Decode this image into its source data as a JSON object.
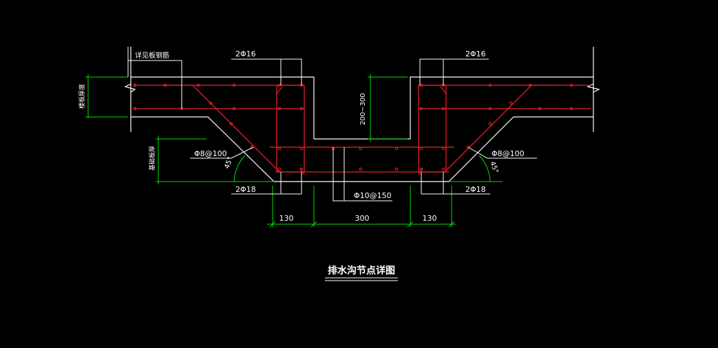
{
  "colors": {
    "background": "#000000",
    "concrete_outline": "#FFFFFF",
    "rebar": "#E8202A",
    "dimension": "#00E000",
    "leader": "#FFFFFF",
    "text": "#FFFFFF"
  },
  "labels": {
    "see_slab_rebar": "详见板钢筋",
    "slab_thickness_left": "楼板厚度",
    "slab_thickness_bottom": "基础板厚",
    "top_bar_left": "2Φ16",
    "top_bar_right": "2Φ16",
    "bottom_bar_left": "2Φ18",
    "bottom_bar_right": "2Φ18",
    "stirrup_left": "Φ8@100",
    "stirrup_right": "Φ8@100",
    "distribution_bar": "Φ10@150",
    "angle_left": "45°",
    "angle_right": "45°",
    "depth_range": "200~300",
    "dim_left": "130",
    "dim_mid": "300",
    "dim_right": "130"
  },
  "title": "排水沟节点详图"
}
